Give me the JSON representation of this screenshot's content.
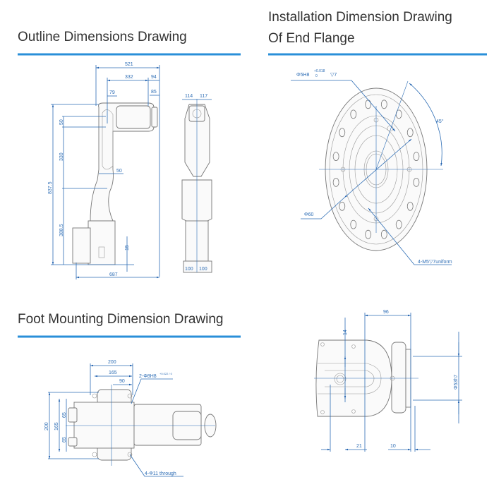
{
  "sections": {
    "outline": {
      "title": "Outline Dimensions Drawing"
    },
    "flange": {
      "title_line1": "Installation Dimension Drawing",
      "title_line2": "Of End Flange"
    },
    "foot": {
      "title": "Foot Mounting Dimension Drawing"
    }
  },
  "outline_dims": {
    "d521": "521",
    "d332": "332",
    "d94": "94",
    "d79": "79",
    "d85": "85",
    "d837_5": "837.5",
    "d50v": "50",
    "d330": "330",
    "d388_5": "388.5",
    "d50h": "50",
    "d15": "15",
    "d687": "687",
    "d114": "114",
    "d117": "117",
    "d100a": "100",
    "d100b": "100"
  },
  "flange_dims": {
    "hole": "Φ5H8",
    "tol_upper": "+0.018",
    "tol_lower": "0",
    "depth": "▽7",
    "angle": "45°",
    "pcd": "Φ60",
    "threads": "4-M5▽7uniform"
  },
  "foot_dims": {
    "d200": "200",
    "d165": "165",
    "d90": "90",
    "pin": "2-Φ8H8",
    "pin_tol": "+0.022 / 0",
    "v200": "200",
    "v165": "165",
    "v65a": "65",
    "v65b": "65",
    "through": "4-Φ11 through"
  },
  "end_dims": {
    "d96": "96",
    "d14": "14",
    "shaft": "Φ53h7",
    "d21": "21",
    "d10": "10"
  },
  "colors": {
    "accent": "#2a8fd8",
    "dimension": "#2d6db5"
  }
}
